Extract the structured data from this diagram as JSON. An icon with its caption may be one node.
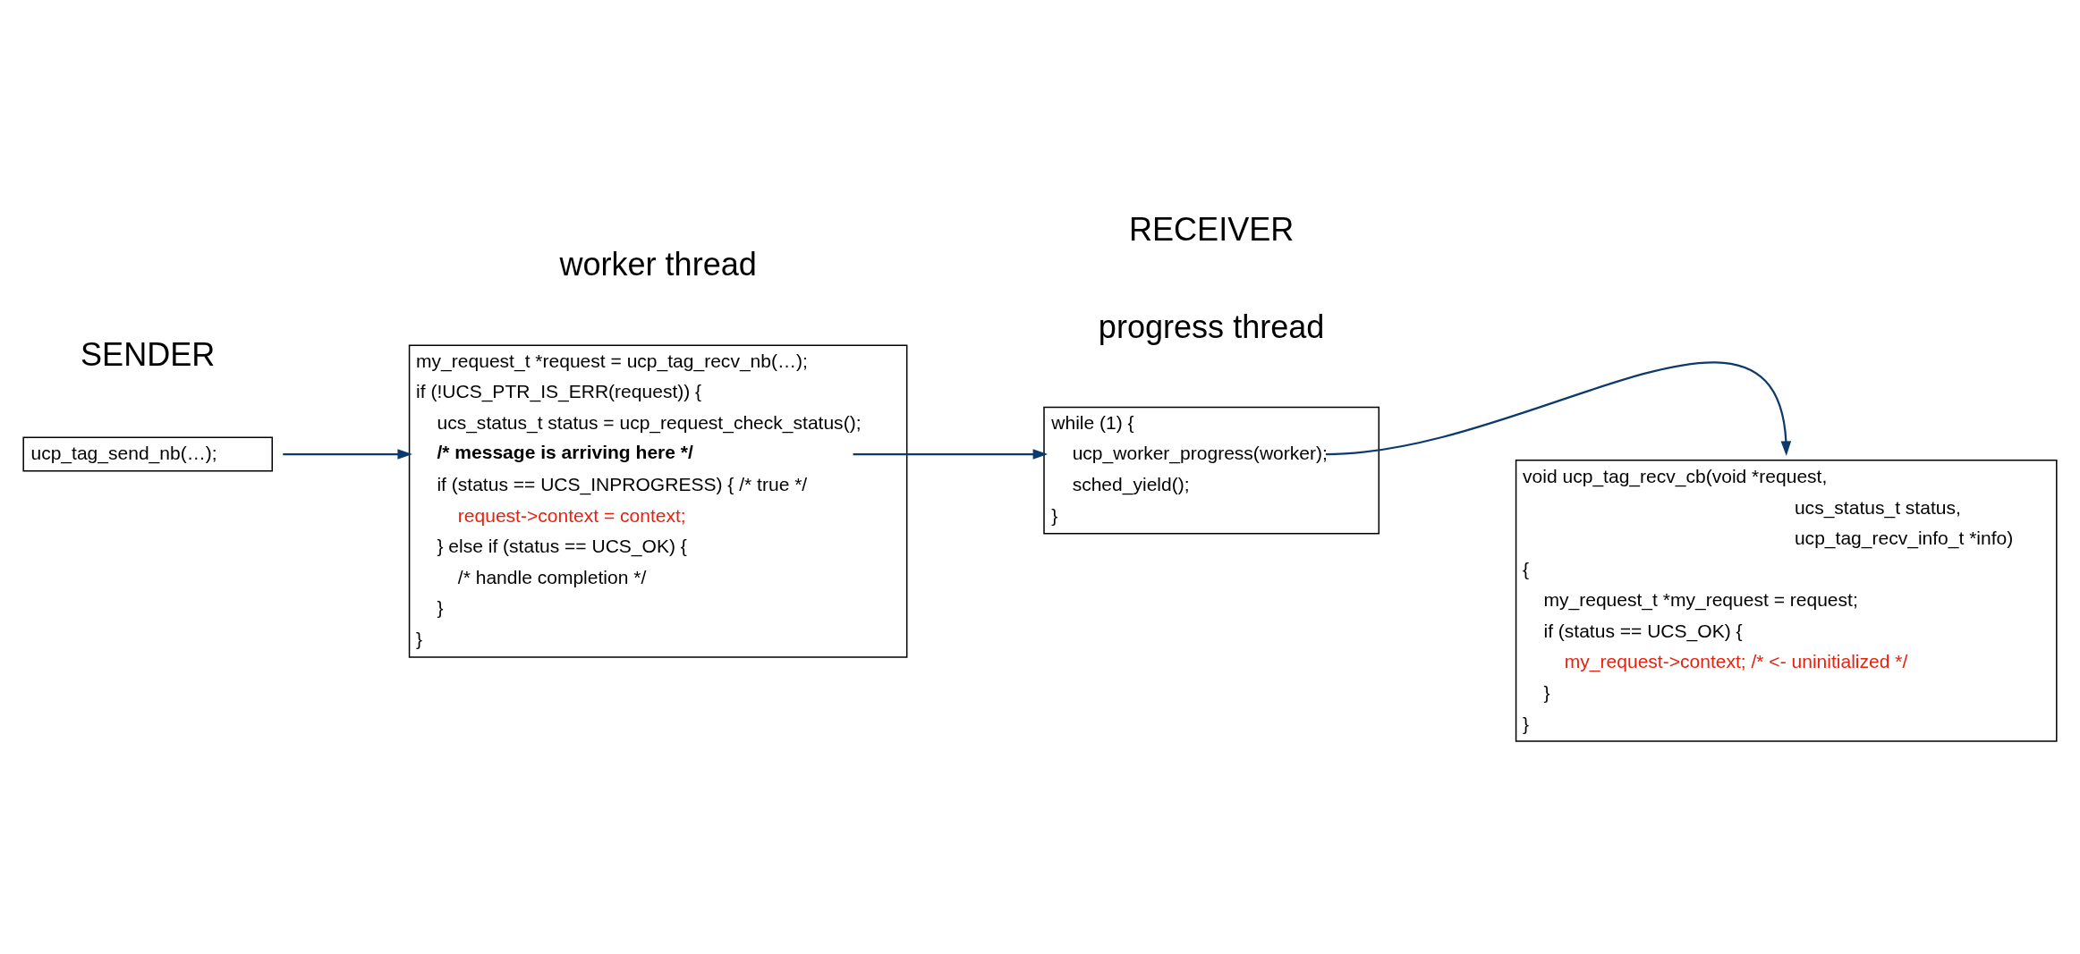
{
  "diagram": {
    "nodes": [
      {
        "text": [
          "ucp_tag_send_nb(…);"
        ]
      },
      {
        "text": [
          "my_request_t *request = ucp_tag_recv_nb(…);",
          "if (!UCS_PTR_IS_ERR(request)) {",
          "ucs_status_t status = ucp_request_check_status();",
          "/* message is arriving here */",
          "if (status == UCS_INPROGRESS) { /* true */",
          "request->context = context;",
          "} else if (status == UCS_OK) {",
          "/* handle completion */",
          "}",
          "}"
        ]
      },
      {
        "text": [
          "while (1) {",
          "ucp_worker_progress(worker);",
          "sched_yield();",
          "}"
        ]
      },
      {
        "text": [
          "void ucp_tag_recv_cb(void *request,",
          "ucs_status_t status,",
          "ucp_tag_recv_info_t *info)",
          "{",
          "my_request_t *my_request = request;",
          "if (status == UCS_OK) {",
          "my_request->context; /* <- uninitialized */",
          "}",
          "}"
        ]
      }
    ],
    "edges": [
      {
        "from": 0,
        "to": 1,
        "arrow": "to"
      },
      {
        "from": 1,
        "to": 2,
        "arrow": "to"
      },
      {
        "from": 2,
        "to": 3,
        "arrow": "to"
      }
    ],
    "labels": [
      "SENDER",
      "worker thread",
      "RECEIVER",
      "progress thread"
    ]
  }
}
